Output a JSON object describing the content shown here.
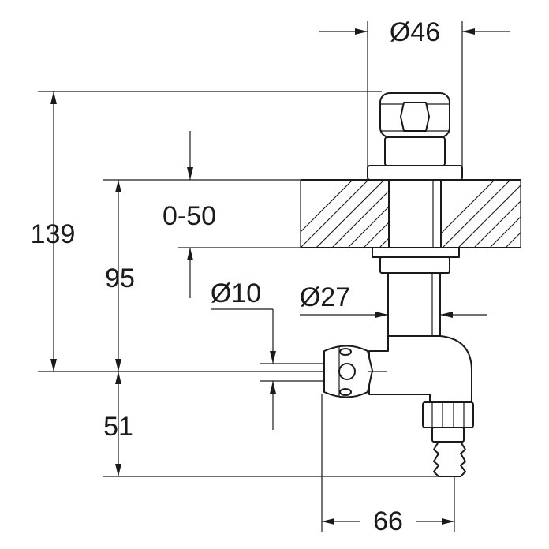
{
  "dimensions": {
    "d46": "Ø46",
    "h139": "139",
    "range_0_50": "0-50",
    "h95": "95",
    "d10": "Ø10",
    "d27": "Ø27",
    "h51": "51",
    "w66": "66"
  }
}
